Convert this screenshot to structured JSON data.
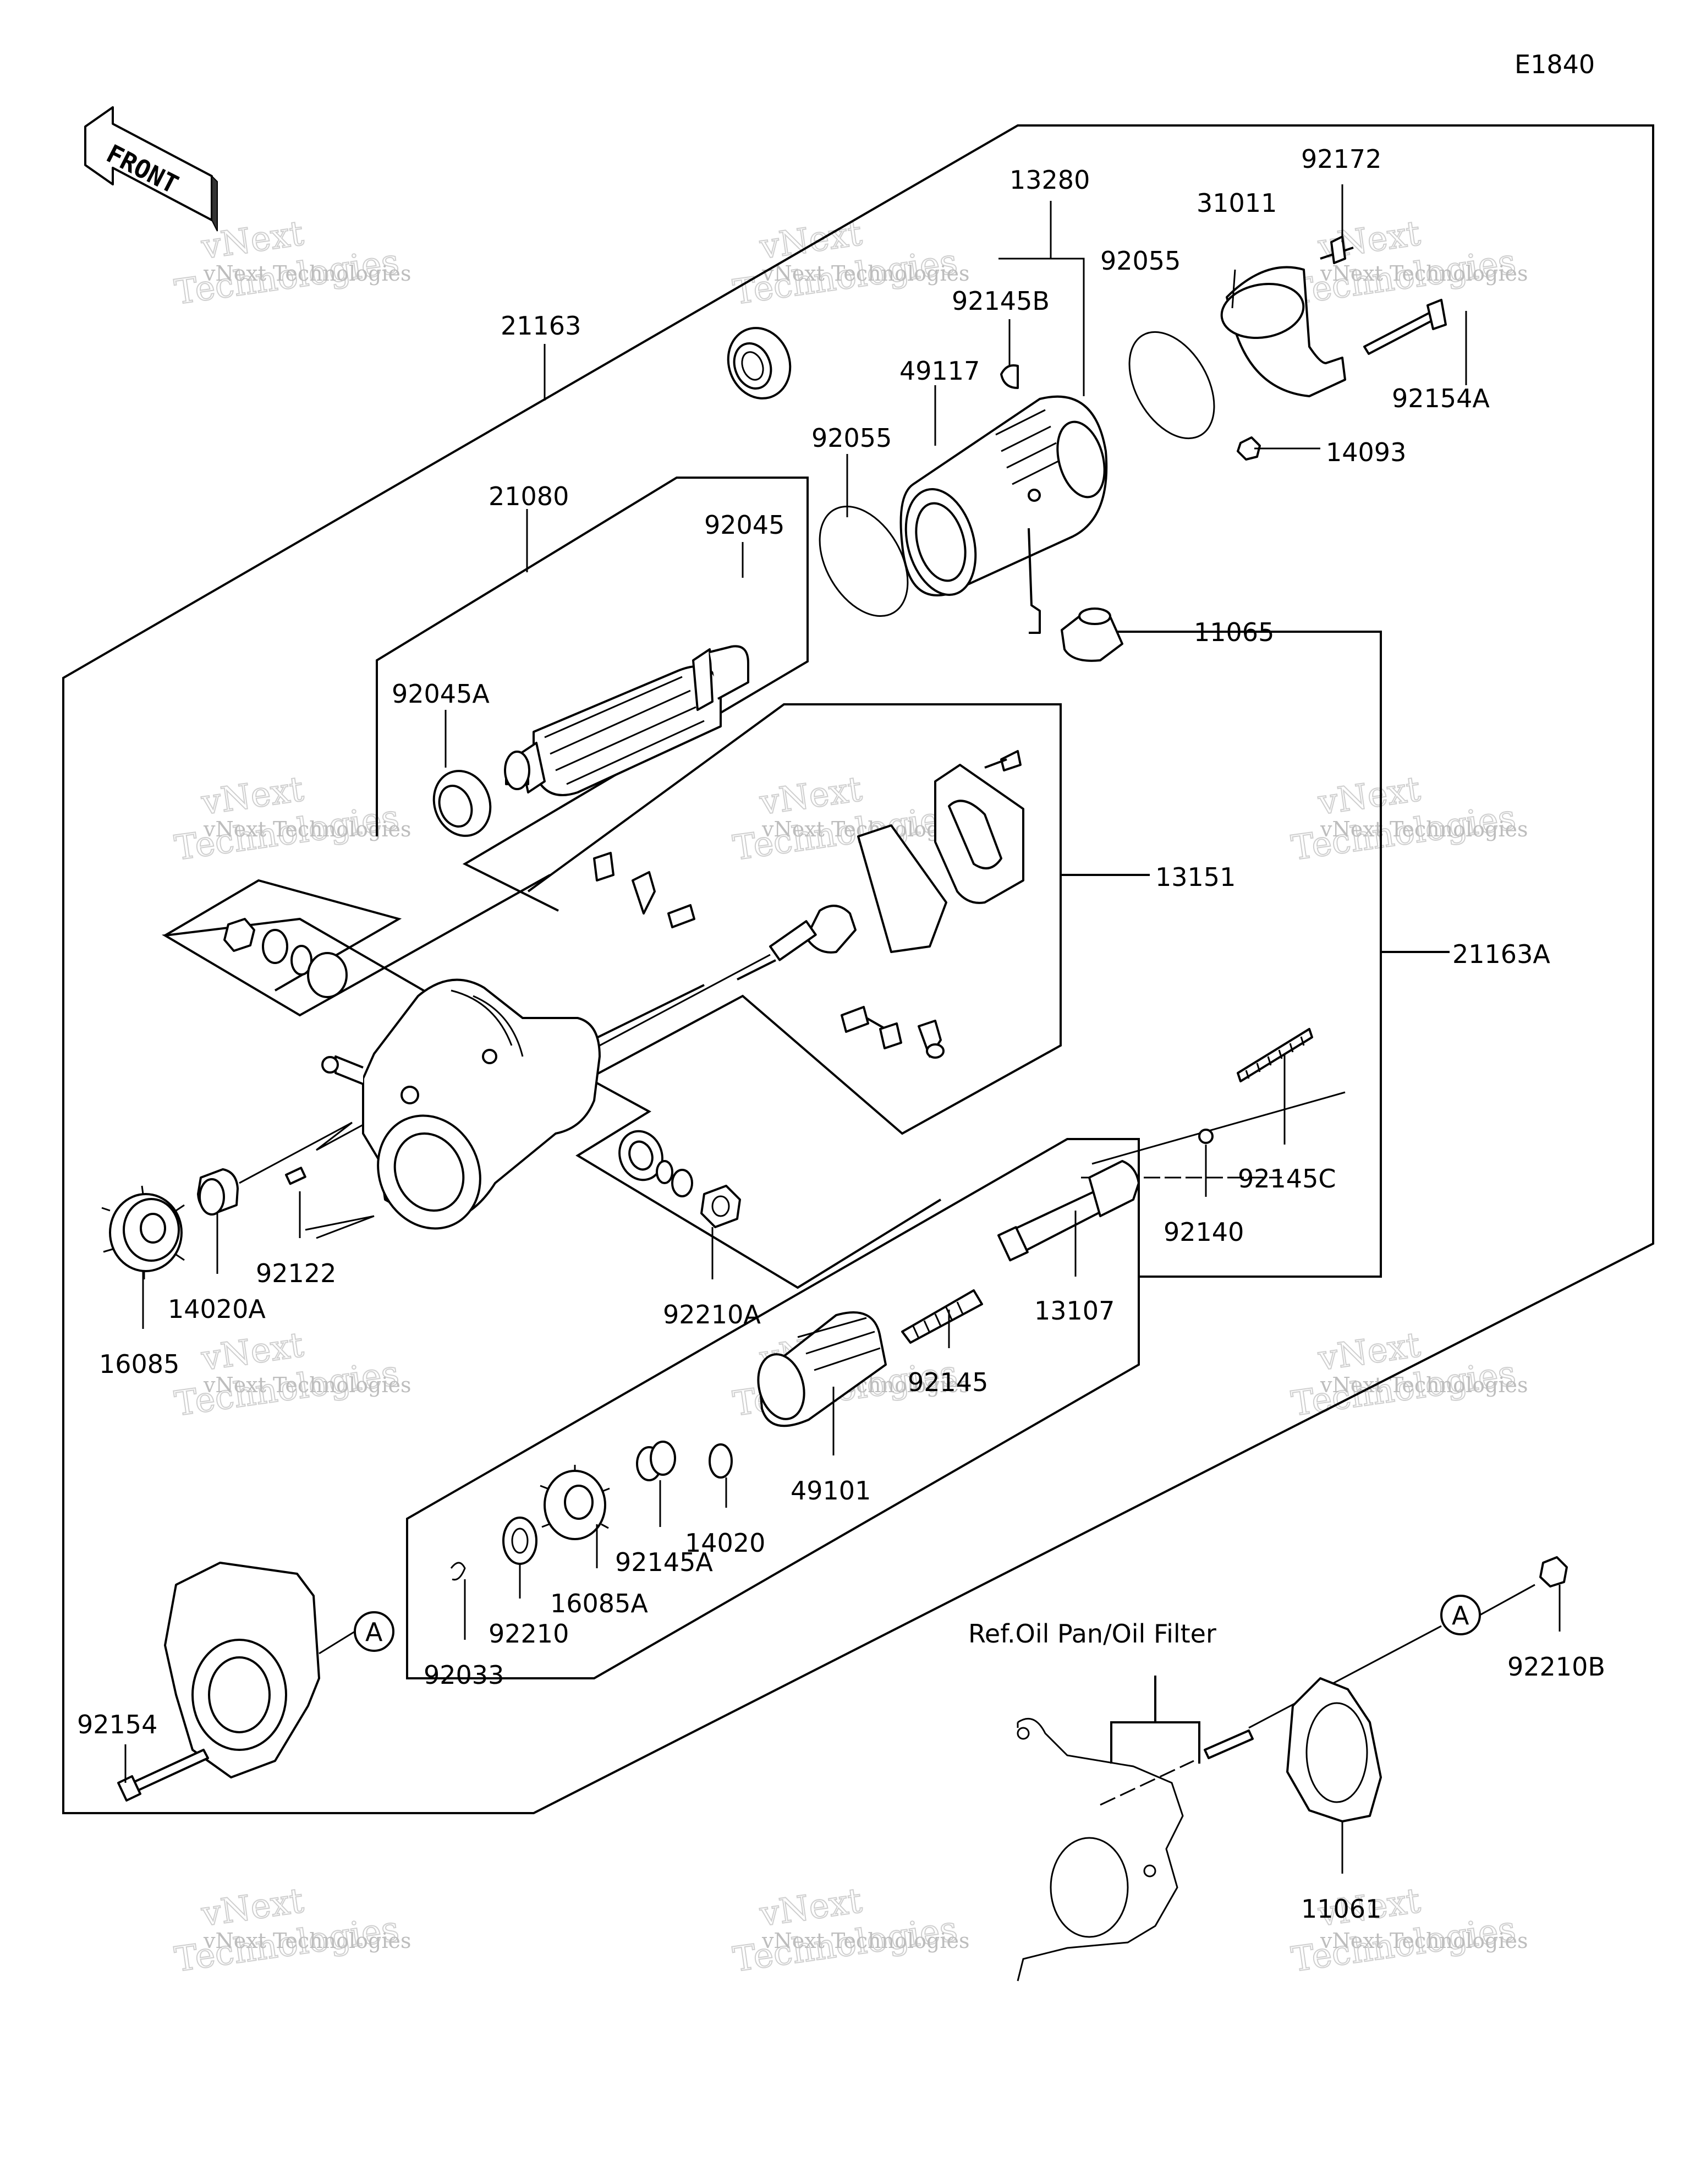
{
  "diagram_code": "E1840",
  "front_label": "FRONT",
  "callout_a": "A",
  "ref_note": "Ref.Oil Pan/Oil Filter",
  "watermark": {
    "line1": "vNext Technologies",
    "line2": "Technologies",
    "line3": "vNext"
  },
  "parts": {
    "p21163": "21163",
    "p21163A": "21163A",
    "p21080": "21080",
    "p13280": "13280",
    "p13151": "13151",
    "p92045": "92045",
    "p92045A": "92045A",
    "p92145B": "92145B",
    "p49117": "49117",
    "p92055a": "92055",
    "p92055b": "92055",
    "p31011": "31011",
    "p92172": "92172",
    "p92154A": "92154A",
    "p14093": "14093",
    "p11065": "11065",
    "p92145C": "92145C",
    "p92140": "92140",
    "p13107": "13107",
    "p92145": "92145",
    "p49101": "49101",
    "p14020": "14020",
    "p92145A": "92145A",
    "p16085A": "16085A",
    "p92210": "92210",
    "p92033": "92033",
    "p92210A": "92210A",
    "p92122": "92122",
    "p14020A": "14020A",
    "p16085": "16085",
    "p92154": "92154",
    "p92210B": "92210B",
    "p11061": "11061"
  }
}
